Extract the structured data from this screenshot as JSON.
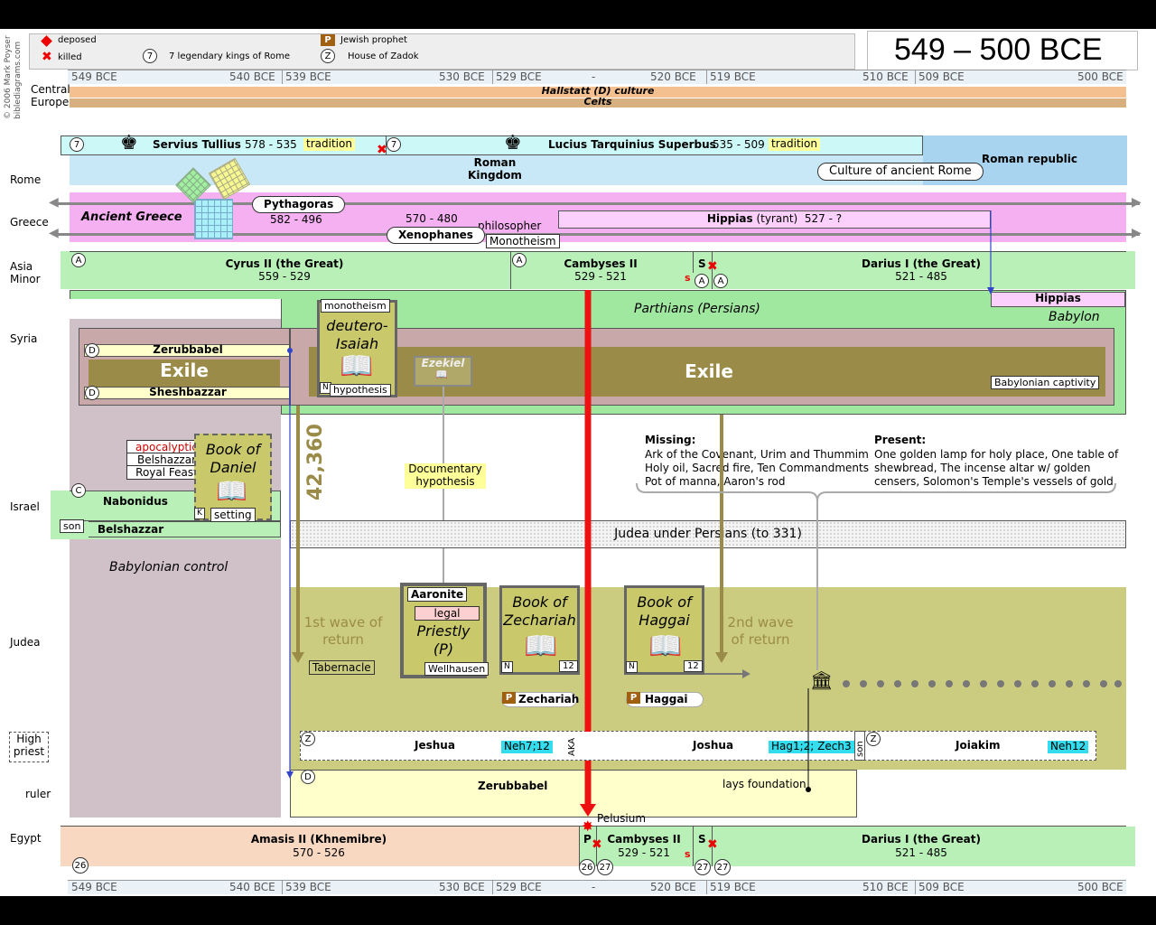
{
  "title": "549 – 500 BCE",
  "credit": "© 2006 Mark Poyser",
  "credit_site": "biblediagrams.com",
  "legend": {
    "deposed": "deposed",
    "killed": "killed",
    "kings_num": "7",
    "kings": "7 legendary kings of Rome",
    "prophet_glyph": "P",
    "prophet": "Jewish prophet",
    "zadok_glyph": "Z",
    "zadok": "House of Zadok"
  },
  "scale_ticks": [
    {
      "label": "549 BCE"
    },
    {
      "label": "540 BCE"
    },
    {
      "label": "539 BCE"
    },
    {
      "label": "530 BCE"
    },
    {
      "label": "529 BCE"
    },
    {
      "label": "-"
    },
    {
      "label": "520 BCE"
    },
    {
      "label": "519 BCE"
    },
    {
      "label": "510 BCE"
    },
    {
      "label": "509 BCE"
    },
    {
      "label": "500 BCE"
    }
  ],
  "rows": {
    "central_europe": "Central\nEurope",
    "rome": "Rome",
    "greece": "Greece",
    "asia_minor": "Asia\nMinor",
    "syria": "Syria",
    "israel": "Israel",
    "judea": "Judea",
    "high_priest": "High\npriest",
    "ruler": "ruler",
    "egypt": "Egypt"
  },
  "europe": {
    "hallstatt": "Hallstatt (D) culture",
    "celts": "Celts"
  },
  "rome": {
    "servius": "Servius Tullius",
    "servius_dates": "578 - 535",
    "tradition1": "tradition",
    "lucius": "Lucius Tarquinius Superbus",
    "lucius_dates": "535 - 509",
    "tradition2": "tradition",
    "kingdom": "Roman\nKingdom",
    "culture": "Culture of ancient Rome",
    "republic": "Roman republic",
    "king_num": "7"
  },
  "greece": {
    "ancient": "Ancient Greece",
    "pythagoras": "Pythagoras",
    "pythagoras_dates": "582 - 496",
    "xeno_dates": "570 - 480",
    "philosopher": "philosopher",
    "xenophanes": "Xenophanes",
    "monotheism": "Monotheism",
    "hippias": "Hippias",
    "hippias_tyrant": "(tyrant)",
    "hippias_dates": "527 - ?"
  },
  "asia": {
    "cyrus": "Cyrus II (the Great)",
    "cyrus_dates": "559 - 529",
    "cambyses": "Cambyses II",
    "cambyses_dates": "529 - 521",
    "s": "S",
    "s_small": "s",
    "darius": "Darius I (the Great)",
    "darius_dates": "521 - 485",
    "a": "A",
    "hippias": "Hippias"
  },
  "syria": {
    "parthians": "Parthians (Persians)",
    "babylon": "Babylon",
    "zerubbabel": "Zerubbabel",
    "exile": "Exile",
    "sheshbazzar": "Sheshbazzar",
    "d": "D",
    "monotheism": "monotheism",
    "deutero": "deutero-\nIsaiah",
    "n": "N",
    "hypothesis": "hypothesis",
    "ezekiel": "Ezekiel",
    "exile2": "Exile",
    "captivity": "Babylonian captivity",
    "count": "42,360"
  },
  "israel": {
    "apocalyptic": "apocalyptic",
    "belshazzar_tag": "Belshazzar",
    "royal_feast": "Royal Feast",
    "daniel": "Book of\nDaniel",
    "k": "K",
    "setting": "setting",
    "c": "C",
    "nabonidus": "Nabonidus",
    "son": "son",
    "belshazzar": "Belshazzar",
    "babylonian_control": "Babylonian control",
    "doc_hyp": "Documentary\nhypothesis",
    "missing_title": "Missing:",
    "missing": "Ark of the Covenant, Urim and Thummim\nHoly oil, Sacred fire, Ten Commandments\nPot of manna, Aaron's rod",
    "present_title": "Present:",
    "present": "One golden lamp for holy place, One table of\nshewbread, The incense altar w/ golden\ncensers, Solomon's Temple's vessels of gold",
    "judea_persians": "Judea under Persians (to 331)"
  },
  "judea": {
    "wave1": "1st wave of\nreturn",
    "tabernacle": "Tabernacle",
    "aaronite": "Aaronite",
    "legal": "legal",
    "priestly": "Priestly\n(P)",
    "wellhausen": "Wellhausen",
    "zechariah_book": "Book of\nZechariah",
    "n": "N",
    "twelve": "12",
    "haggai_book": "Book of\nHaggai",
    "wave2": "2nd wave\nof return",
    "p": "P",
    "zechariah": "Zechariah",
    "haggai": "Haggai"
  },
  "priest": {
    "z": "Z",
    "jeshua": "Jeshua",
    "neh712": "Neh7;12",
    "aka": "AKA",
    "joshua": "Joshua",
    "hag": "Hag1;2; Zech3",
    "son": "son",
    "joiakim": "Joiakim",
    "neh12": "Neh12"
  },
  "ruler": {
    "d": "D",
    "zerubbabel": "Zerubbabel",
    "lays": "lays foundation"
  },
  "egypt": {
    "pelusium": "Pelusium",
    "amasis": "Amasis II (Khnemibre)",
    "amasis_dates": "570 - 526",
    "p": "P",
    "cambyses": "Cambyses II",
    "cambyses_dates": "529 - 521",
    "s": "S",
    "s_small": "s",
    "darius": "Darius I (the Great)",
    "darius_dates": "521 - 485",
    "d26": "26",
    "d27": "27"
  },
  "colors": {
    "europe_orange": "#f5c090",
    "europe_tan": "#d8b080",
    "rome_blue": "#c8e8f8",
    "republic": "#a8d4f0",
    "greece_pink": "#f4b0f0",
    "asia_green": "#b8f0b8",
    "parthian": "#a0e8a0",
    "syria_brown": "#c8a8a8",
    "exile_olive": "#9a8c48",
    "judea_olive": "#cccc80",
    "ruler_yellow": "#ffffcc",
    "egypt_peach": "#f8d8c0",
    "red": "#ee1111",
    "grey_band": "#d0c0c8"
  }
}
